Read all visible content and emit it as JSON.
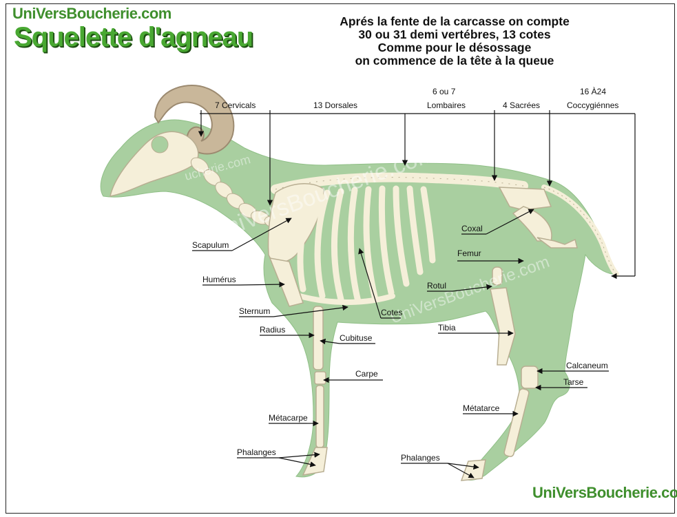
{
  "header": {
    "site_name": "UniVersBoucherie.com",
    "title": "Squelette d'agneau",
    "note": "Aprés la fente de la carcasse on compte\n30 ou 31 demi vertébres, 13 cotes\nComme pour le désossage\non commence de la tête à la queue"
  },
  "footer": {
    "site_name": "UniVersBoucherie.com"
  },
  "watermark": {
    "text1": "UniVersBoucherie.com",
    "text2": "UniVersBoucherie.com",
    "text3": "ucherie.com"
  },
  "vertebrae_labels": {
    "cervicals": "7 Cervicals",
    "dorsales": "13 Dorsales",
    "lombaires_count": "6 ou 7",
    "lombaires": "Lombaires",
    "sacrees": "4 Sacrées",
    "coccygiennes_count": "16 À24",
    "coccygiennes": "Coccygiénnes"
  },
  "bone_labels": {
    "scapulum": "Scapulum",
    "humerus": "Humérus",
    "sternum": "Sternum",
    "radius": "Radius",
    "cubituse": "Cubituse",
    "cotes": "Cotes",
    "carpe": "Carpe",
    "metacarpe": "Métacarpe",
    "phalanges_front": "Phalanges",
    "coxal": "Coxal",
    "femur": "Femur",
    "rotul": "Rotul",
    "tibia": "Tibia",
    "calcaneum": "Calcaneum",
    "tarse": "Tarse",
    "metatarce": "Métatarce",
    "phalanges_rear": "Phalanges"
  },
  "colors": {
    "brand_green": "#3f8f2d",
    "title_green": "#49a832",
    "body_green": "#a9cfa0",
    "bone": "#f5efd9",
    "horn": "#c9b79a"
  }
}
